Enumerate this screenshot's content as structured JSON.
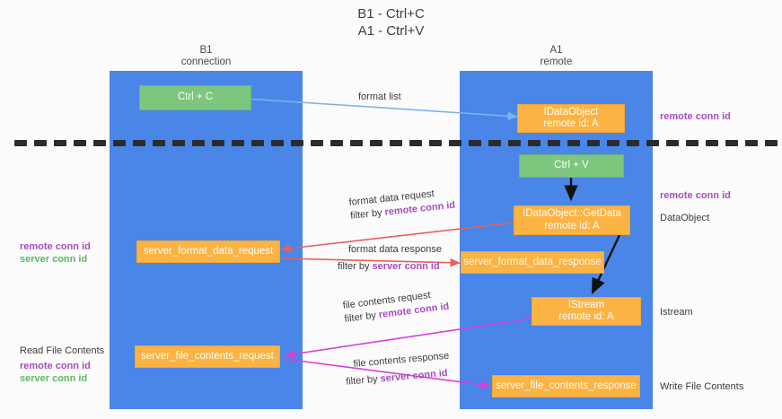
{
  "title": {
    "line1": "B1 - Ctrl+C",
    "line2": "A1 - Ctrl+V"
  },
  "columns": [
    {
      "name": "B1",
      "role": "connection"
    },
    {
      "name": "A1",
      "role": "remote"
    }
  ],
  "colors": {
    "lane": "#4a86e8",
    "node_orange": "#fbb344",
    "node_green": "#7dc67d",
    "accent_purple": "#a64dbf",
    "accent_green": "#5fb85f",
    "wire_blue": "#7fb3e8",
    "wire_red": "#e8605a",
    "wire_magenta": "#d83fd8",
    "wire_black": "#1a1a1a",
    "divider": "#2b2b2b"
  },
  "nodes": {
    "ctrl_c": {
      "label": "Ctrl + C"
    },
    "idataobject": {
      "line1": "IDataObject",
      "line2": "remote id: A"
    },
    "ctrl_v": {
      "label": "Ctrl + V"
    },
    "getdata": {
      "line1": "IDataObject::GetData",
      "line2": "remote id: A"
    },
    "server_format_data_request": {
      "label": "server_format_data_request"
    },
    "server_format_data_response": {
      "label": "server_format_data_response"
    },
    "istream": {
      "line1": "IStream",
      "line2": "remote id: A"
    },
    "server_file_contents_request": {
      "label": "server_file_contents_request"
    },
    "server_file_contents_response": {
      "label": "server_file_contents_response"
    }
  },
  "edges": {
    "format_list": {
      "label": "format list"
    },
    "format_data_request": {
      "line1": "format data request",
      "filter_prefix": "filter by ",
      "filter_key": "remote conn id"
    },
    "format_data_response": {
      "line1": "format data response",
      "filter_prefix": "filter by ",
      "filter_key": "server conn id"
    },
    "file_contents_request": {
      "line1": "file contents request",
      "filter_prefix": "filter by ",
      "filter_key": "remote conn id"
    },
    "file_contents_response": {
      "line1": "file contents response",
      "filter_prefix": "filter by ",
      "filter_key": "server conn id"
    }
  },
  "annotations": {
    "right_top_conn": "remote conn id",
    "right_mid_conn": "remote conn id",
    "right_dataobject": "DataObject",
    "right_istream": "Istream",
    "right_write": "Write File Contents",
    "left_remote_conn": "remote conn id",
    "left_server_conn": "server conn id",
    "left_read": "Read File Contents",
    "left_remote_conn2": "remote conn id",
    "left_server_conn2": "server conn id"
  }
}
